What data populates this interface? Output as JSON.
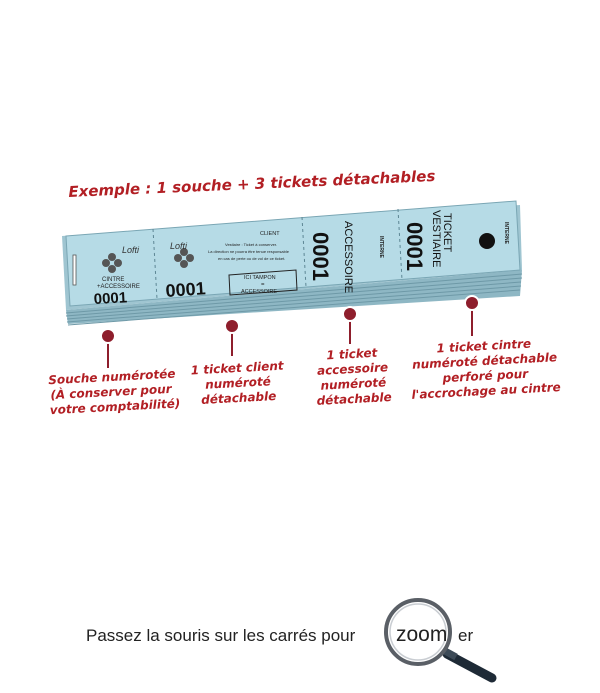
{
  "headline": "Exemple : 1 souche + 3 tickets détachables",
  "ticket": {
    "logo_text": "Lofti",
    "souche_line1": "CINTRE",
    "souche_line2": "+ACCESSOIRE",
    "number": "0001",
    "client_title": "CLIENT",
    "client_text_1": "Vestiaire : Ticket à conserver.",
    "client_text_2": "La direction ne pourra être tenue responsable",
    "client_text_3": "en cas de perte ou de vol de ce ticket.",
    "stamp_line1": "ICI TAMPON",
    "stamp_line2": "=",
    "stamp_line3": "ACCESSOIRE",
    "interne_label": "INTERNE",
    "accessoire_label": "ACCESSOIRE",
    "ticket_label": "TICKET",
    "vestiaire_label": "VESTIAIRE"
  },
  "callouts": [
    {
      "lines": [
        "Souche numérotée",
        "(À conserver pour",
        "votre comptabilité)"
      ]
    },
    {
      "lines": [
        "1 ticket client",
        "numéroté",
        "détachable"
      ]
    },
    {
      "lines": [
        "1 ticket",
        "accessoire",
        "numéroté",
        "détachable"
      ]
    },
    {
      "lines": [
        "1 ticket cintre",
        "numéroté détachable",
        "perforé pour",
        "l'accrochage au cintre"
      ]
    }
  ],
  "footer": {
    "text": "Passez la souris sur les carrés pour",
    "zoom_word": "zoom",
    "suffix": "er"
  },
  "colors": {
    "ticket_blue": "#b6dbe6",
    "accent_red": "#b21f24",
    "marker": "#8e1e2c"
  }
}
